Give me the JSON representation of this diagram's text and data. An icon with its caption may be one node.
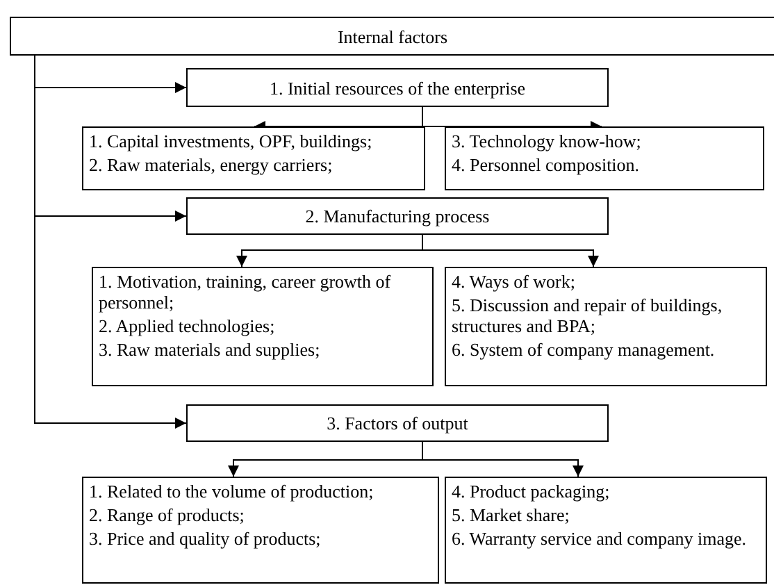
{
  "diagram": {
    "nodes": [
      {
        "text": [
          "Internal factors"
        ]
      },
      {
        "text": [
          "1. Initial resources of the enterprise"
        ]
      },
      {
        "text": [
          "1. Capital investments, OPF, buildings;",
          "2. Raw materials, energy carriers;"
        ]
      },
      {
        "text": [
          "3. Technology know-how;",
          "4. Personnel composition."
        ]
      },
      {
        "text": [
          "2. Manufacturing process"
        ]
      },
      {
        "text": [
          "1. Motivation, training, career growth of personnel;",
          "2. Applied technologies;",
          "3. Raw materials and supplies;"
        ]
      },
      {
        "text": [
          "4. Ways of work;",
          "5. Discussion and repair of buildings, structures and BPA;",
          "6. System of company management."
        ]
      },
      {
        "text": [
          "3. Factors of output"
        ]
      },
      {
        "text": [
          "1. Related to the volume of production;",
          "2. Range of products;",
          "3. Price and quality of products;"
        ]
      },
      {
        "text": [
          "4. Product packaging;",
          "5. Market share;",
          "6. Warranty service and company image."
        ]
      }
    ],
    "edges": [
      {
        "from": 0,
        "to": 1,
        "arrow": "to"
      },
      {
        "from": 0,
        "to": 4,
        "arrow": "to"
      },
      {
        "from": 0,
        "to": 7,
        "arrow": "to"
      },
      {
        "from": 1,
        "to": 2,
        "arrow": "to"
      },
      {
        "from": 1,
        "to": 3,
        "arrow": "to"
      },
      {
        "from": 4,
        "to": 5,
        "arrow": "to"
      },
      {
        "from": 4,
        "to": 6,
        "arrow": "to"
      },
      {
        "from": 7,
        "to": 8,
        "arrow": "to"
      },
      {
        "from": 7,
        "to": 9,
        "arrow": "to"
      }
    ]
  }
}
